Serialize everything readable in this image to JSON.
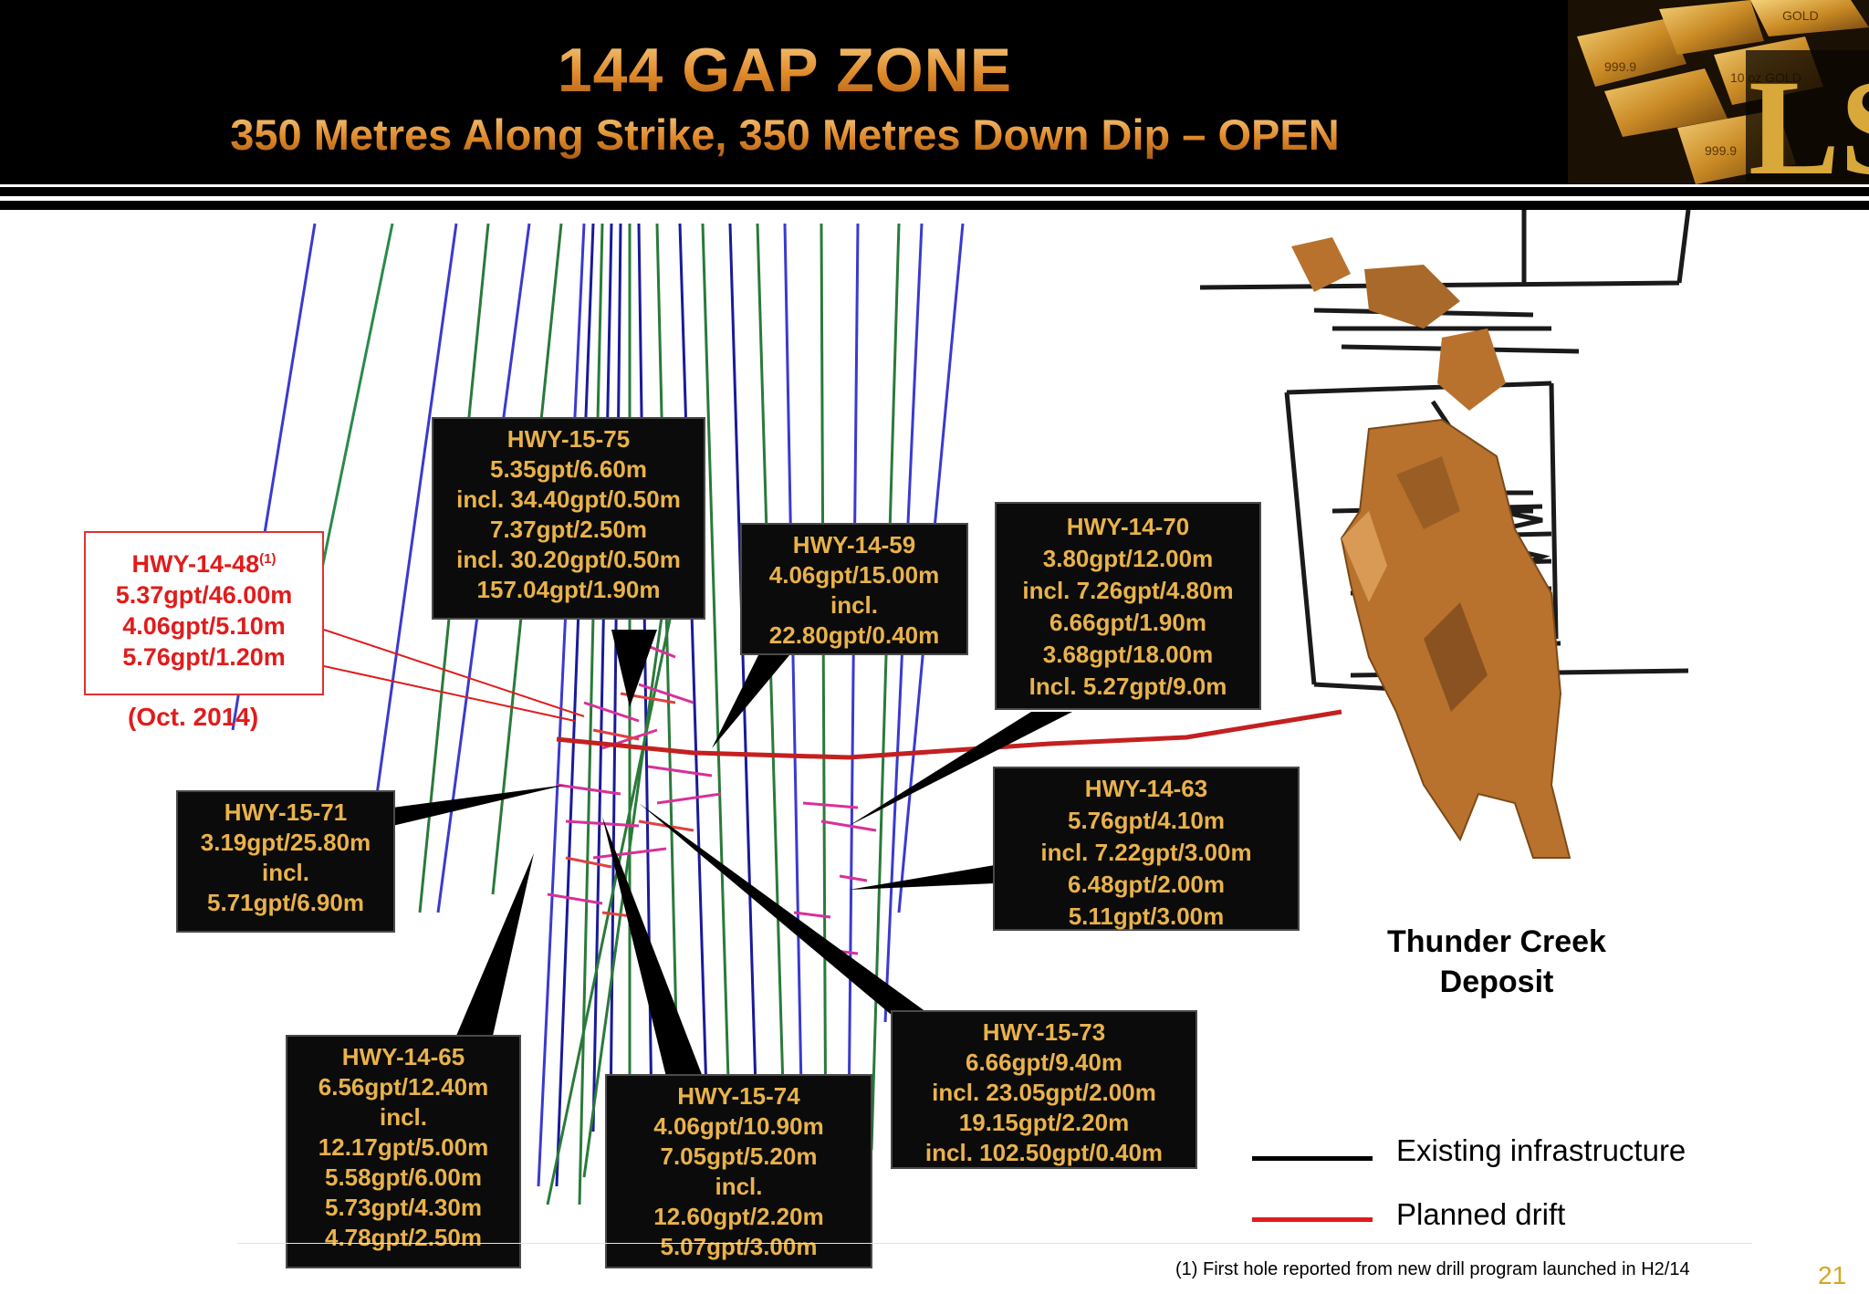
{
  "header": {
    "title": "144 GAP ZONE",
    "subtitle": "350 Metres Along Strike, 350 Metres Down Dip – OPEN"
  },
  "logo": {
    "letters": "LS",
    "bar_texts": [
      "999.9",
      "10 oz GOLD",
      "999.9",
      "GOLD"
    ]
  },
  "red_callout": {
    "hole": "HWY-14-48",
    "sup": "(1)",
    "lines": [
      "5.37gpt/46.00m",
      "4.06gpt/5.10m",
      "5.76gpt/1.20m"
    ],
    "date": "(Oct. 2014)"
  },
  "callouts": [
    {
      "id": "hwy-15-75",
      "lines": [
        "HWY-15-75",
        "5.35gpt/6.60m",
        "incl. 34.40gpt/0.50m",
        "7.37gpt/2.50m",
        "incl. 30.20gpt/0.50m",
        "157.04gpt/1.90m"
      ]
    },
    {
      "id": "hwy-14-59",
      "lines": [
        "HWY-14-59",
        "4.06gpt/15.00m",
        "incl.",
        "22.80gpt/0.40m"
      ]
    },
    {
      "id": "hwy-14-70",
      "lines": [
        "HWY-14-70",
        "3.80gpt/12.00m",
        "incl. 7.26gpt/4.80m",
        "6.66gpt/1.90m",
        "3.68gpt/18.00m",
        "Incl. 5.27gpt/9.0m"
      ]
    },
    {
      "id": "hwy-15-71",
      "lines": [
        "HWY-15-71",
        "3.19gpt/25.80m",
        "incl.",
        "5.71gpt/6.90m"
      ]
    },
    {
      "id": "hwy-14-63",
      "lines": [
        "HWY-14-63",
        "5.76gpt/4.10m",
        "incl. 7.22gpt/3.00m",
        "6.48gpt/2.00m",
        "5.11gpt/3.00m"
      ]
    },
    {
      "id": "hwy-15-73",
      "lines": [
        "HWY-15-73",
        "6.66gpt/9.40m",
        "incl. 23.05gpt/2.00m",
        "19.15gpt/2.20m",
        "incl. 102.50gpt/0.40m"
      ]
    },
    {
      "id": "hwy-14-65",
      "lines": [
        "HWY-14-65",
        "6.56gpt/12.40m",
        "incl.",
        "12.17gpt/5.00m",
        "5.58gpt/6.00m",
        "5.73gpt/4.30m",
        "4.78gpt/2.50m"
      ]
    },
    {
      "id": "hwy-15-74",
      "lines": [
        "HWY-15-74",
        "4.06gpt/10.90m",
        "7.05gpt/5.20m",
        "incl.",
        "12.60gpt/2.20m",
        "5.07gpt/3.00m"
      ]
    }
  ],
  "deposit_label": [
    "Thunder Creek",
    "Deposit"
  ],
  "legend": [
    {
      "label": "Existing infrastructure",
      "color": "#000000"
    },
    {
      "label": "Planned drift",
      "color": "#e01c1c"
    }
  ],
  "footnote": "(1)   First hole reported from new drill program launched in H2/14",
  "page_number": "21",
  "colors": {
    "callout_text": "#e9b24a",
    "red": "#e01c1c",
    "ore": "#b8722e"
  }
}
